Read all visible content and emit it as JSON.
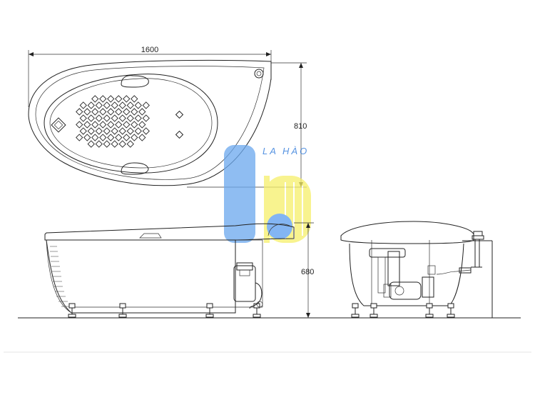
{
  "dimensions": {
    "length": "1600",
    "width": "810",
    "height": "680"
  },
  "watermark": {
    "brand": "LA HÀO"
  },
  "colors": {
    "line": "#222222",
    "logo_blue": "#6aa8ee",
    "logo_yellow": "#f6ef6a",
    "logo_text": "#1e6fd8"
  },
  "jets": {
    "rows": 8,
    "cols": 9
  }
}
